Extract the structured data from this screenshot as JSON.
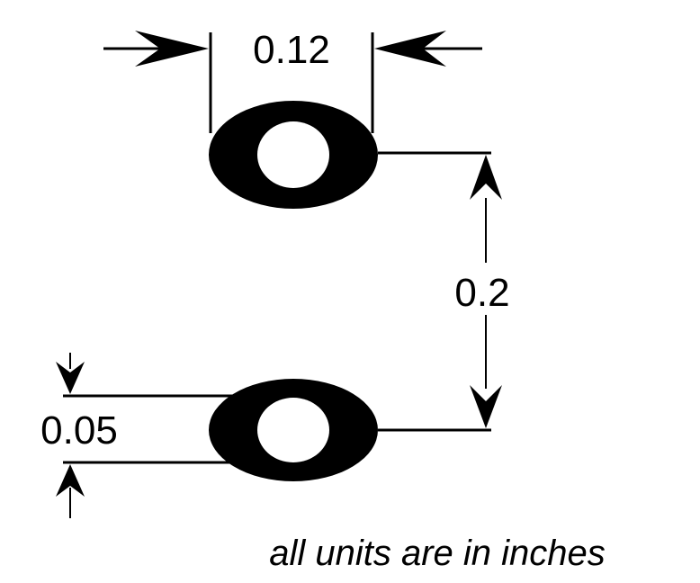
{
  "dimensions": {
    "pad_width": "0.12",
    "pitch": "0.2",
    "hole_size": "0.05"
  },
  "note": "all units are in inches"
}
